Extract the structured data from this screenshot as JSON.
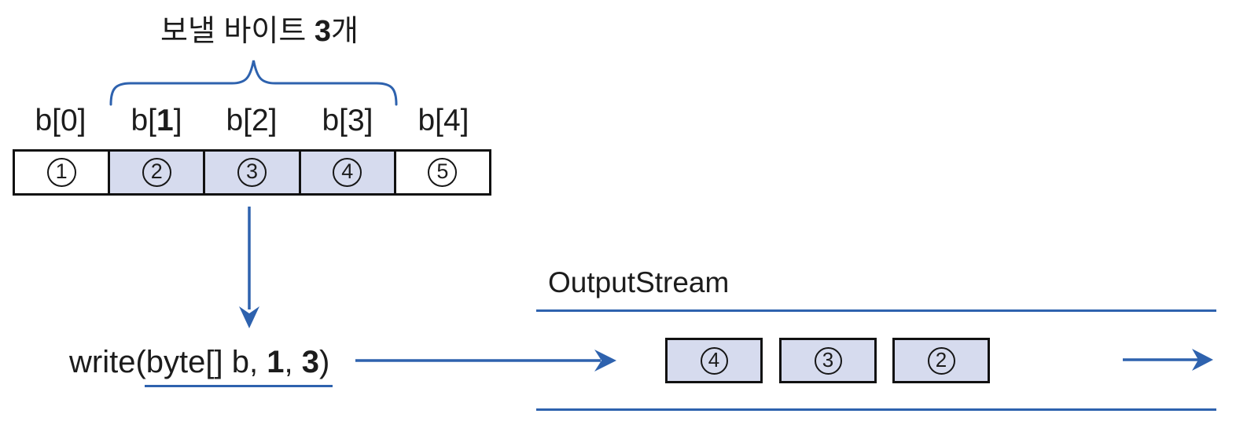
{
  "colors": {
    "accent_blue": "#2e62ae",
    "highlight_fill": "#d6dbee",
    "border_black": "#111111"
  },
  "annotation": {
    "runs": [
      {
        "t": "보낼 바이트 "
      },
      {
        "t": "3",
        "b": true
      },
      {
        "t": "개"
      }
    ]
  },
  "byte_array": {
    "labels": [
      {
        "runs": [
          {
            "t": "b[0]"
          }
        ]
      },
      {
        "runs": [
          {
            "t": "b["
          },
          {
            "t": "1",
            "b": true
          },
          {
            "t": "]"
          }
        ]
      },
      {
        "runs": [
          {
            "t": "b[2]"
          }
        ]
      },
      {
        "runs": [
          {
            "t": "b[3]"
          }
        ]
      },
      {
        "runs": [
          {
            "t": "b[4]"
          }
        ]
      }
    ],
    "cells": [
      {
        "value": "1",
        "highlight": false
      },
      {
        "value": "2",
        "highlight": true
      },
      {
        "value": "3",
        "highlight": true
      },
      {
        "value": "4",
        "highlight": true
      },
      {
        "value": "5",
        "highlight": false
      }
    ]
  },
  "method_call": {
    "runs": [
      {
        "t": "write(byte[] b, "
      },
      {
        "t": "1",
        "b": true
      },
      {
        "t": ", "
      },
      {
        "t": "3",
        "b": true
      },
      {
        "t": ")"
      }
    ]
  },
  "stream": {
    "label": "OutputStream",
    "boxes": [
      {
        "value": "4"
      },
      {
        "value": "3"
      },
      {
        "value": "2"
      }
    ]
  }
}
